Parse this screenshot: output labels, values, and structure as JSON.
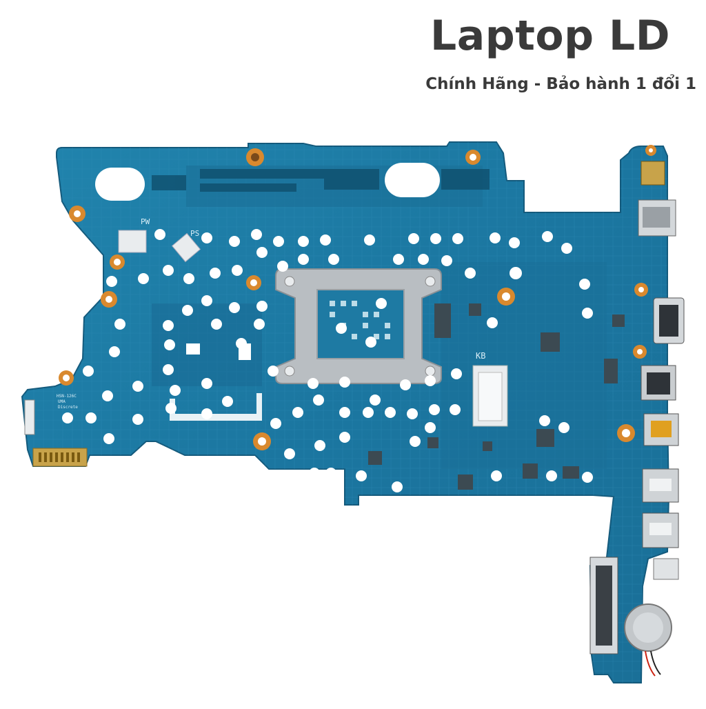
{
  "header": {
    "title": "Laptop LD",
    "subtitle": "Chính Hãng - Bảo hành 1 đổi 1"
  },
  "board": {
    "labels": {
      "pw": "PW",
      "ps": "PS",
      "kb": "KB",
      "model_line1": "HSN-126C",
      "model_line2": "UMA",
      "model_line3": "Discrete"
    },
    "colors": {
      "pcb": "#1d7aa3",
      "pcb_dark": "#155f82",
      "trace": "#2a8bb4",
      "copper_ring": "#d9892e",
      "metal": "#b9bec2",
      "chip": "#3c4a52",
      "connector": "#e9ecee"
    }
  }
}
